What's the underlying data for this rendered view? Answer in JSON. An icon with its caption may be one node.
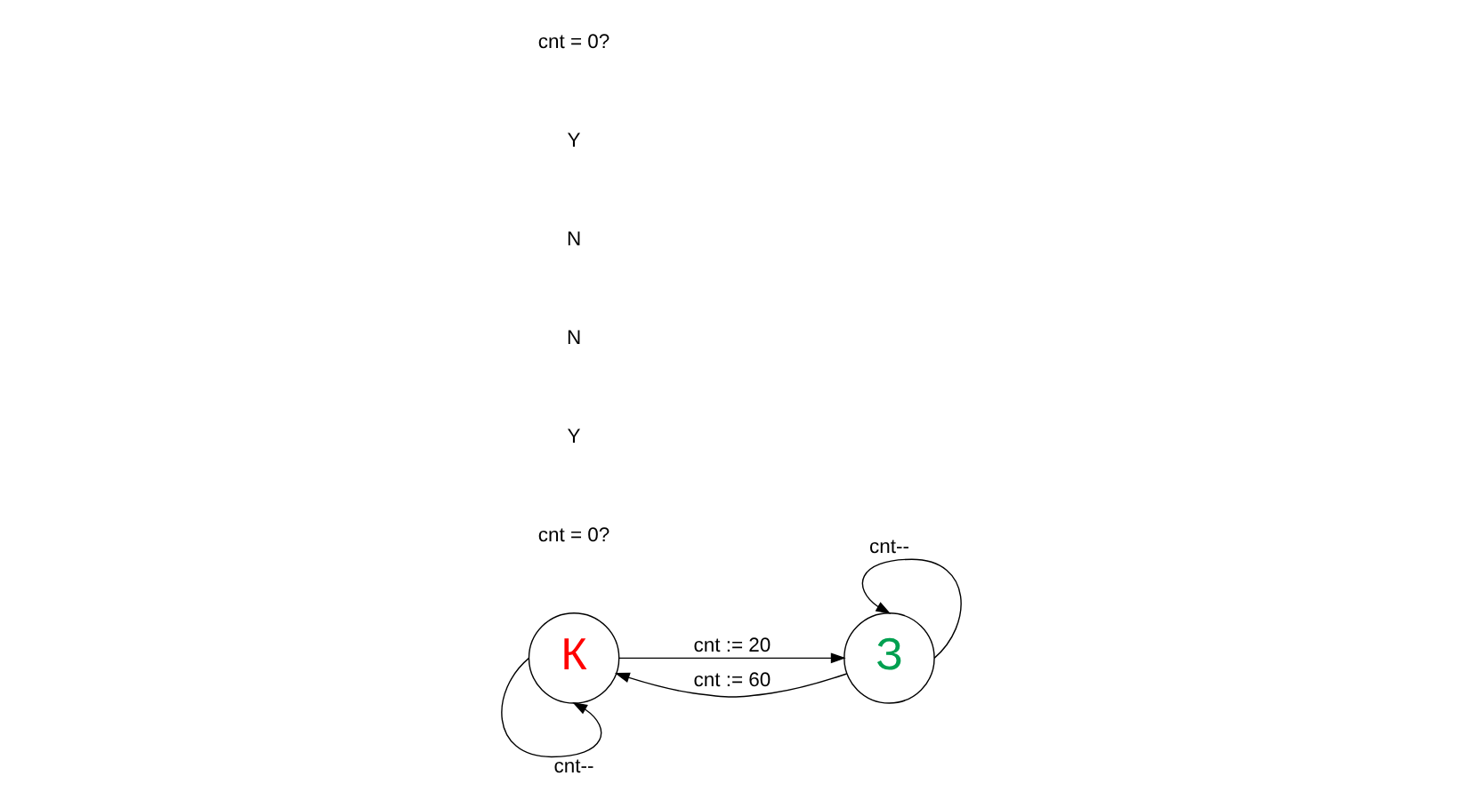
{
  "diagram": {
    "nodes": [
      {
        "text": [
          "К"
        ]
      },
      {
        "text": [
          "З"
        ]
      }
    ],
    "edges": [
      {
        "from": 0,
        "to": 1,
        "arrow": "to",
        "label": "cnt := 20"
      },
      {
        "from": 1,
        "to": 0,
        "arrow": "to",
        "label": "cnt := 60"
      },
      {
        "from": 0,
        "to": 0,
        "arrow": "to",
        "label": "cnt--"
      },
      {
        "from": 1,
        "to": 1,
        "arrow": "to",
        "label": "cnt--"
      }
    ],
    "labels": [
      "cnt = 0?",
      "Y",
      "N",
      "N",
      "Y",
      "cnt = 0?"
    ]
  }
}
